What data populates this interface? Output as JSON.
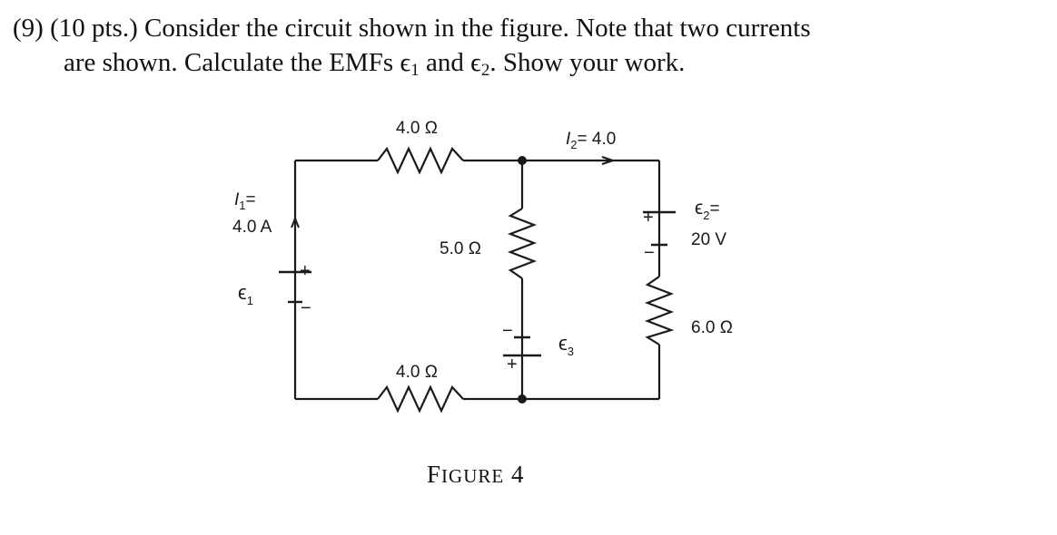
{
  "problem": {
    "line1": "(9) (10 pts.) Consider the circuit shown in the figure. Note that two currents",
    "line2_before": "are shown. Calculate the EMFs ϵ",
    "sub1": "1",
    "line2_mid": " and ϵ",
    "sub2": "2",
    "line2_after": ". Show your work."
  },
  "figure": {
    "r_top": "4.0 Ω",
    "r_middle": "5.0 Ω",
    "r_bottom": "4.0 Ω",
    "r_right": "6.0 Ω",
    "i2_label": "I",
    "i2_sub": "2",
    "i2_value": "= 4.0",
    "i1_label": "I",
    "i1_sub": "1",
    "i1_eq": "=",
    "i1_value": "4.0 A",
    "e1_label": "ϵ",
    "e1_sub": "1",
    "e2_label": "ϵ",
    "e2_sub": "2",
    "e2_eq": "=",
    "e2_value": "20 V",
    "e3_label": "ϵ",
    "e3_sub": "3",
    "plus": "+",
    "minus": "−"
  },
  "caption": {
    "first": "F",
    "rest": "IGURE",
    "number": " 4"
  }
}
